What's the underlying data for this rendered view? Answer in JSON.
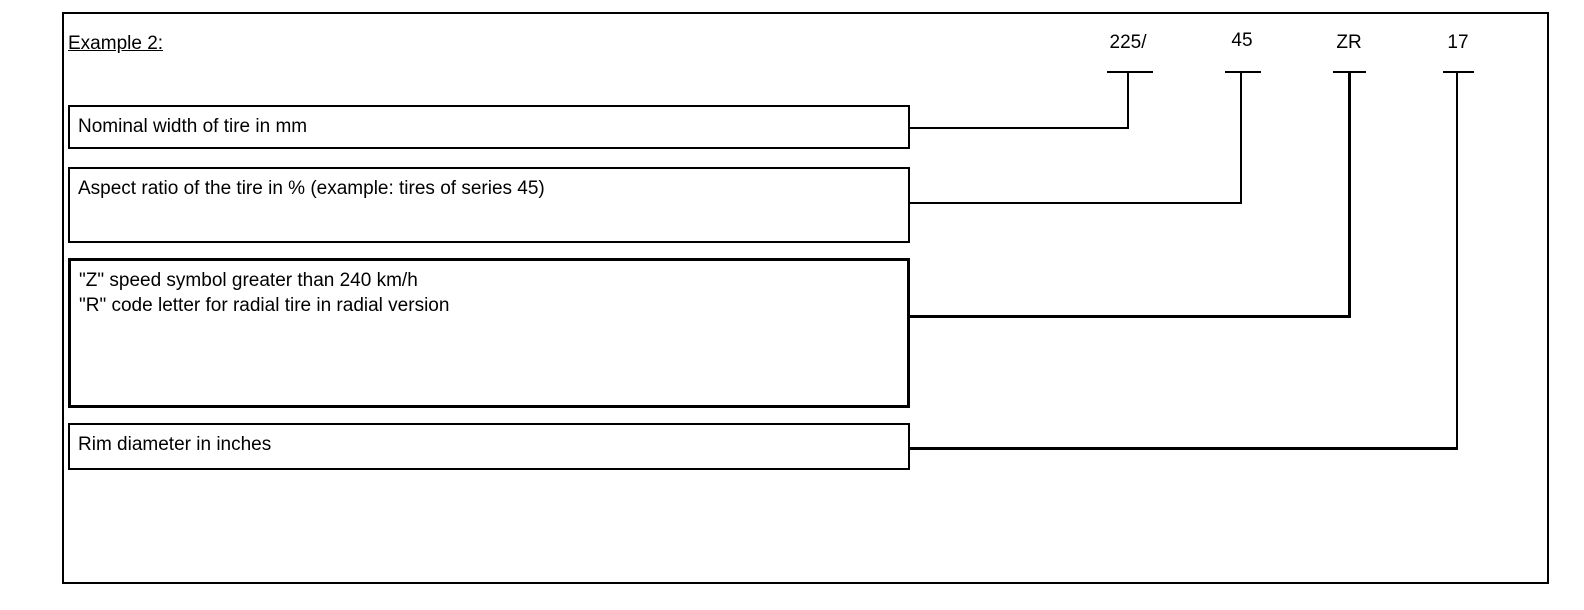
{
  "diagram": {
    "title": "Example 2:",
    "tire_code": {
      "full_code": "225/45 ZR 17",
      "parts": [
        {
          "label": "225/",
          "lines": [
            "Nominal width of tire in mm"
          ]
        },
        {
          "label": "45",
          "lines": [
            "Aspect ratio of the tire in % (example: tires of series 45)"
          ]
        },
        {
          "label": "ZR",
          "lines": [
            "\"Z\" speed symbol greater than 240 km/h",
            "\"R\" code letter for radial tire in radial version"
          ]
        },
        {
          "label": "17",
          "lines": [
            "Rim diameter in inches"
          ]
        }
      ]
    },
    "colors": {
      "line": "#000000",
      "text": "#000000",
      "background": "#ffffff"
    }
  }
}
